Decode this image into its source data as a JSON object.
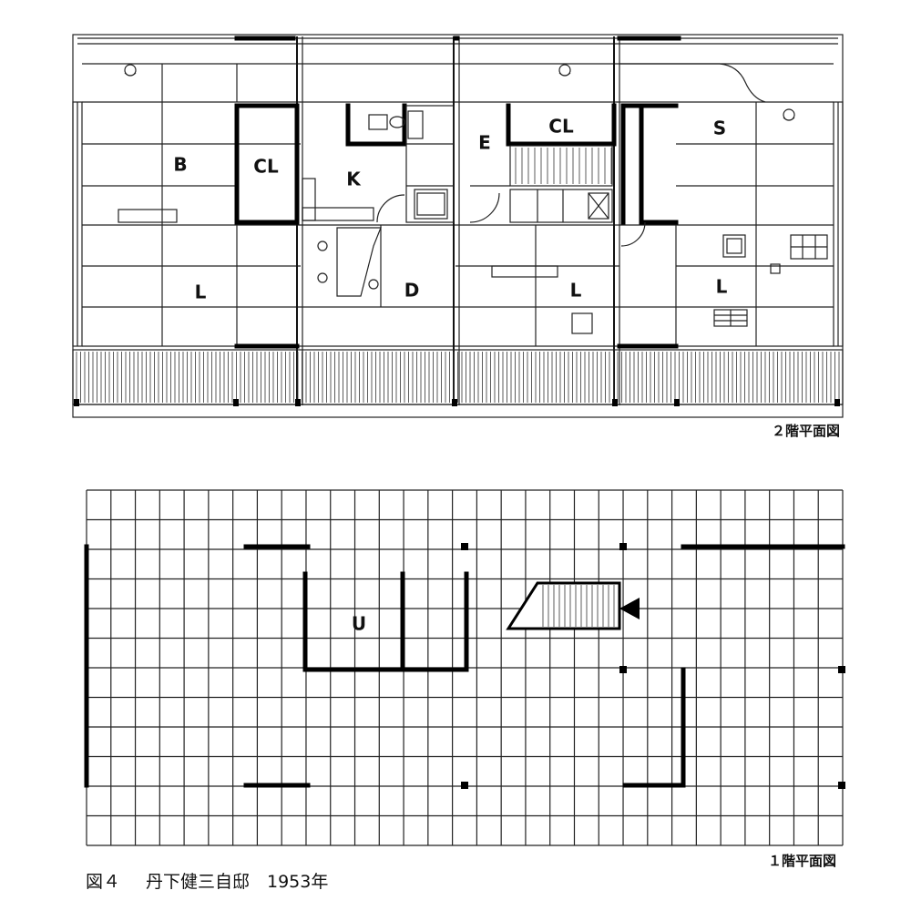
{
  "figure": {
    "caption_prefix": "図４",
    "caption_text": "丹下健三自邸　1953年"
  },
  "upper_floor": {
    "title": "２階平面図",
    "rooms": {
      "b": "B",
      "cl_1": "CL",
      "k": "K",
      "e": "E",
      "cl_2": "CL",
      "s": "S",
      "l_1": "L",
      "d": "D",
      "l_2": "L",
      "l_3": "L"
    }
  },
  "ground_floor": {
    "title": "１階平面図",
    "rooms": {
      "u": "U"
    }
  }
}
